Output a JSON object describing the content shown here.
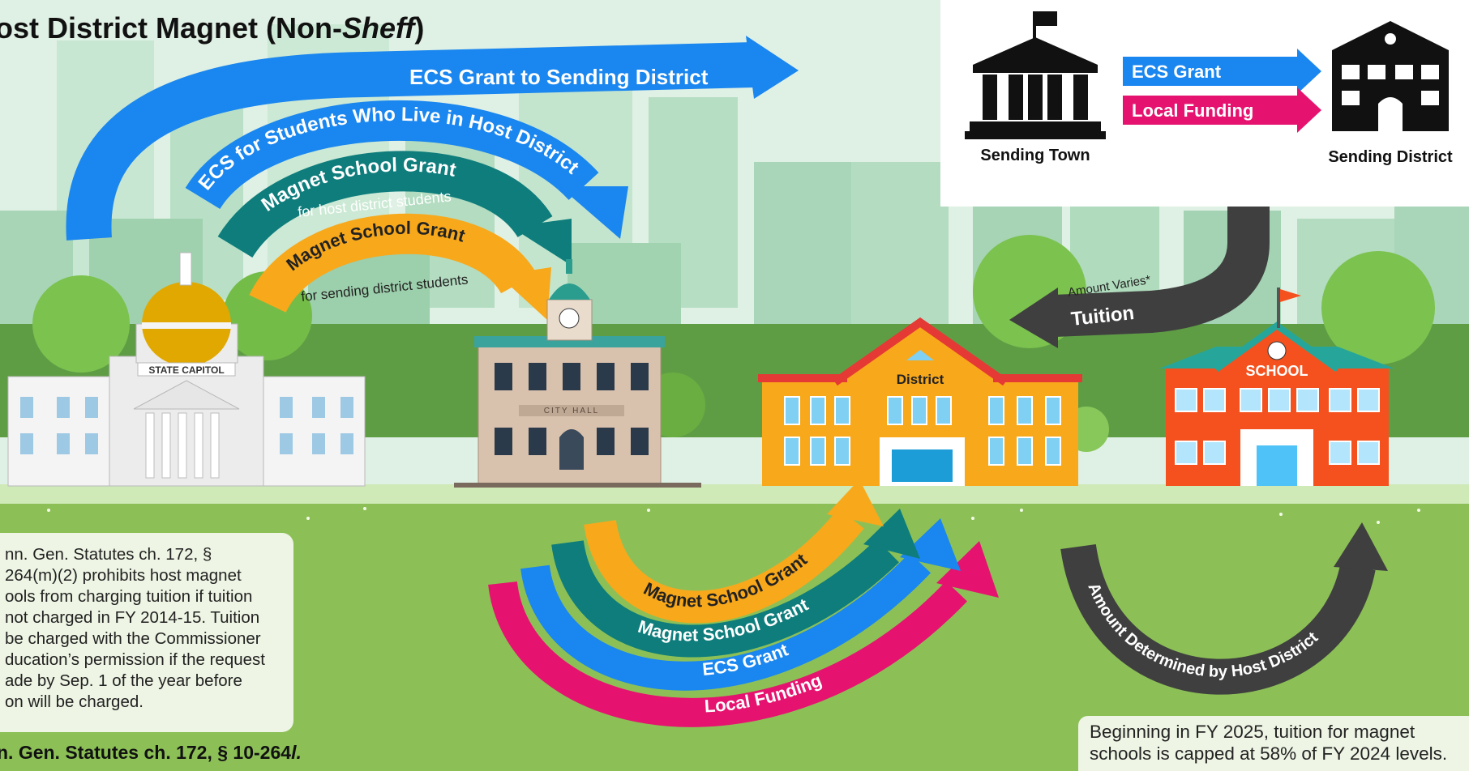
{
  "title": {
    "prefix": "ost District Magnet (Non-",
    "emphasis": "Sheff",
    "suffix": ")"
  },
  "legend": {
    "sending_town": "Sending Town",
    "sending_district": "Sending District",
    "ecs_grant": "ECS Grant",
    "local_funding": "Local Funding"
  },
  "buildings": {
    "state_capitol": "STATE CAPITOL",
    "city_hall": "CITY HALL",
    "district": "District",
    "school": "SCHOOL"
  },
  "top_arrows": {
    "ecs_to_sending": "ECS Grant to Sending District",
    "ecs_host_students": "ECS for Students Who Live in Host District",
    "magnet_grant_host": "Magnet School Grant",
    "magnet_grant_host_sub": "for host district students",
    "magnet_grant_sending": "Magnet School Grant",
    "magnet_grant_sending_sub": "for sending district students"
  },
  "tuition": {
    "label": "Tuition",
    "amount_note": "Amount Varies*"
  },
  "bottom_arrows": {
    "magnet_grant_orange": "Magnet School Grant",
    "magnet_grant_teal": "Magnet School Grant",
    "ecs_grant": "ECS Grant",
    "local_funding": "Local Funding",
    "host_determined": "Amount Determined by Host District"
  },
  "left_note": {
    "lines": [
      "nn. Gen. Statutes ch. 172, §",
      "264(m)(2) prohibits host magnet",
      "ools from charging tuition if tuition",
      " not charged in FY 2014-15. Tuition",
      " be charged with the Commissioner",
      "ducation’s permission if the request",
      "ade by Sep. 1 of the year before",
      "on will be charged."
    ]
  },
  "citation": {
    "text": "n. Gen. Statutes ch. 172, § 10-264",
    "emphasis": "l."
  },
  "right_note": {
    "line1": "Beginning in FY 2025, tuition for magnet",
    "line2": "schools is capped at 58% of FY 2024 levels."
  },
  "colors": {
    "ecs_blue": "#1a86ef",
    "teal": "#0e7d7c",
    "orange": "#f8a81b",
    "magenta": "#e5136f",
    "dark_gray": "#3f3f3f",
    "grass": "#8cc057",
    "sky": "#dff0e4"
  },
  "icons": [
    "town-hall-icon",
    "school-house-icon"
  ]
}
